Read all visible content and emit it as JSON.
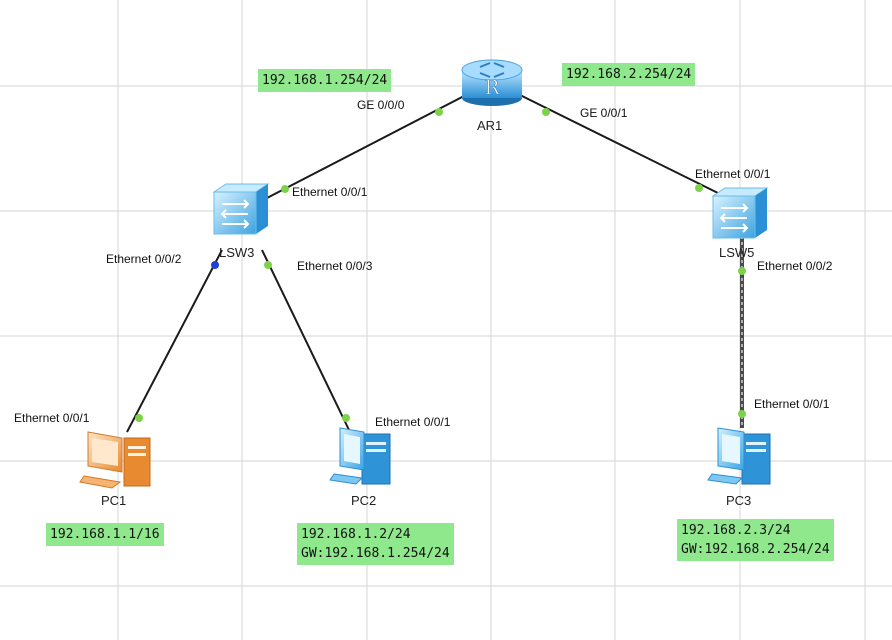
{
  "router": {
    "name": "AR1",
    "port_left": "GE 0/0/0",
    "port_right": "GE 0/0/1",
    "ip_left": "192.168.1.254/24",
    "ip_right": "192.168.2.254/24"
  },
  "switch_left": {
    "name": "LSW3",
    "port_up": "Ethernet 0/0/1",
    "port_pc1": "Ethernet 0/0/2",
    "port_pc2": "Ethernet 0/0/3"
  },
  "switch_right": {
    "name": "LSW5",
    "port_up": "Ethernet 0/0/1",
    "port_pc3": "Ethernet 0/0/2"
  },
  "pc1": {
    "name": "PC1",
    "port": "Ethernet 0/0/1",
    "ip": "192.168.1.1/16"
  },
  "pc2": {
    "name": "PC2",
    "port": "Ethernet 0/0/1",
    "ip": "192.168.1.2/24",
    "gw": "GW:192.168.1.254/24"
  },
  "pc3": {
    "name": "PC3",
    "port": "Ethernet 0/0/1",
    "ip": "192.168.2.3/24",
    "gw": "GW:192.168.2.254/24"
  },
  "colors": {
    "grid": "#d4d4d4",
    "link": "#1a1a1a",
    "port_dot": "#7cd34a",
    "port_dot_selected": "#1f3fd6",
    "label_bg": "#8fe88c",
    "device_blue": "#56b8ea",
    "device_orange": "#f0a65a"
  }
}
